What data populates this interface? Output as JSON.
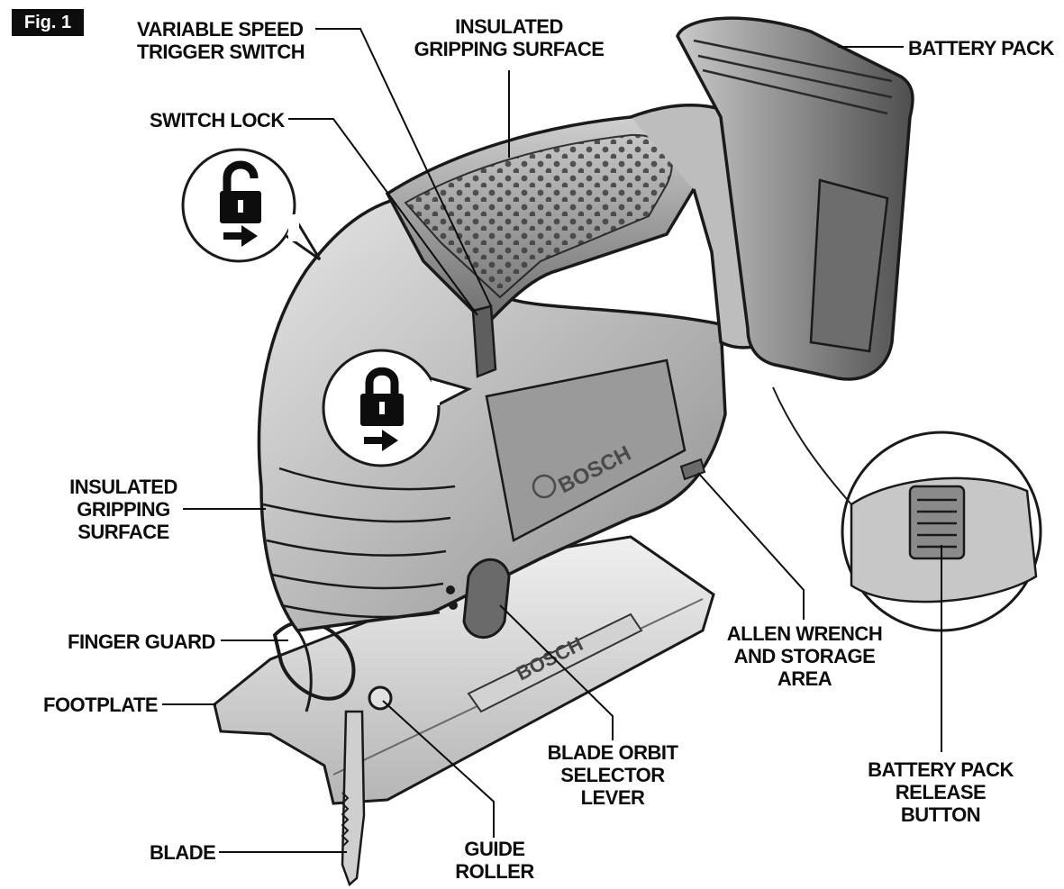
{
  "figure": {
    "badge": "Fig. 1"
  },
  "labels": {
    "variable_speed_trigger": [
      "VARIABLE SPEED",
      "TRIGGER SWITCH"
    ],
    "insulated_grip_top": [
      "INSULATED",
      "GRIPPING SURFACE"
    ],
    "battery_pack": "BATTERY PACK",
    "switch_lock": "SWITCH LOCK",
    "insulated_grip_left": [
      "INSULATED",
      "GRIPPING",
      "SURFACE"
    ],
    "finger_guard": "FINGER GUARD",
    "footplate": "FOOTPLATE",
    "blade": "BLADE",
    "guide_roller": [
      "GUIDE",
      "ROLLER"
    ],
    "blade_orbit_selector": [
      "BLADE ORBIT",
      "SELECTOR",
      "LEVER"
    ],
    "allen_wrench": [
      "ALLEN WRENCH",
      "AND STORAGE",
      "AREA"
    ],
    "battery_release": [
      "BATTERY PACK",
      "RELEASE",
      "BUTTON"
    ]
  },
  "brand_mark": "BOSCH",
  "icons": [
    "unlock-icon",
    "lock-icon",
    "arrow-right-icon"
  ],
  "colors": {
    "ink": "#0d0d0d",
    "body_light": "#d9d9d9",
    "body_mid": "#a8a8a8",
    "body_dark": "#5e5e5e",
    "paper": "#ffffff"
  }
}
